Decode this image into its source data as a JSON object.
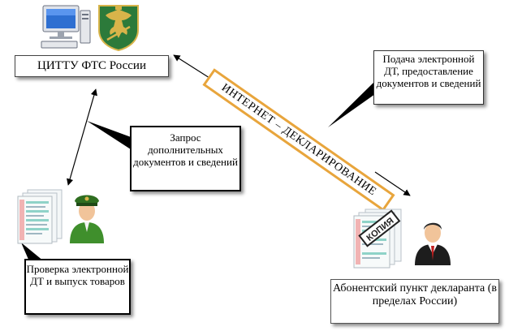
{
  "nodes": {
    "customs_center": "ЦИТТУ ФТС России",
    "submission_note": "Подача электронной ДТ, предоставление документов и сведений",
    "request_note": "Запрос дополнительных документов и сведений",
    "check_note": "Проверка электронной ДТ и выпуск товаров",
    "subscriber_point": "Абонентский пункт декларанта (в пределах России)"
  },
  "banner": {
    "text": "ИНТЕРНЕТ – ДЕКЛАРИРОВАНИЕ"
  },
  "stamp": {
    "text": "КОПИЯ"
  },
  "colors": {
    "banner_border": "#e8a53c",
    "officer_uniform": "#3f8f2c",
    "emblem_green": "#2c7a3a",
    "emblem_gold": "#d8b44a"
  },
  "icons": [
    "computer-icon",
    "customs-emblem-icon",
    "document-icon",
    "customs-officer-icon",
    "businessman-icon"
  ]
}
